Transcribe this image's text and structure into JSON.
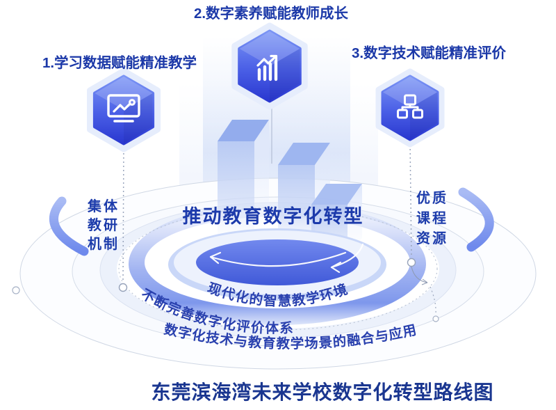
{
  "page": {
    "title_label": "东莞滨海湾未来学校数字化转型路线图"
  },
  "center": {
    "headline": "推动教育数字化转型"
  },
  "nodes": [
    {
      "label": "1.学习数据赋能精准教学",
      "icon": "presentation-trend-icon"
    },
    {
      "label": "2.数字素养赋能教师成长",
      "icon": "growth-bars-arrow-icon"
    },
    {
      "label": "3.数字技术赋能精准评价",
      "icon": "org-chart-icon"
    }
  ],
  "side_labels": {
    "left": {
      "lines": [
        "集体",
        "教研",
        "机制"
      ]
    },
    "right": {
      "lines": [
        "优质",
        "课程",
        "资源"
      ]
    }
  },
  "orbit_labels": [
    "现代化的智慧教学环境",
    "不断完善数字化评价体系",
    "数字化技术与教育教学场景的融合与应用"
  ],
  "colors": {
    "label_blue": "#1b38a8",
    "orbit_blue": "#2940ae",
    "title_navy": "#1a3690",
    "hexagon_top": "#7b95f5",
    "hexagon_bottom": "#2a38d0",
    "hexagon_halo": "#e6edfc",
    "platform_top": "#7289ee",
    "platform_bottom": "#4059d8",
    "band_blue": "#7e97ec",
    "bar_blue": "#b7c9f3",
    "ring_gray": "#cfd7e4"
  }
}
